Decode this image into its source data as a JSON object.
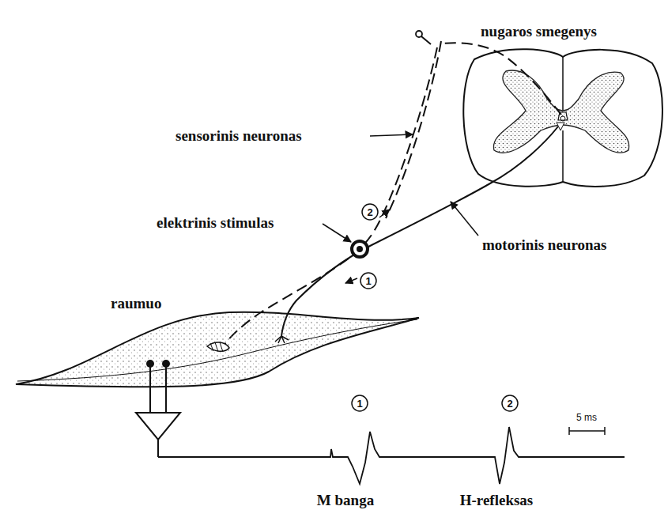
{
  "diagram": {
    "labels": [
      "nugaros smegenys",
      "sensorinis neuronas",
      "elektrinis stimulas",
      "2",
      "1",
      "motorinis neuronas",
      "raumuo",
      "1",
      "2",
      "5 ms",
      "M banga",
      "H-refleksas"
    ]
  }
}
